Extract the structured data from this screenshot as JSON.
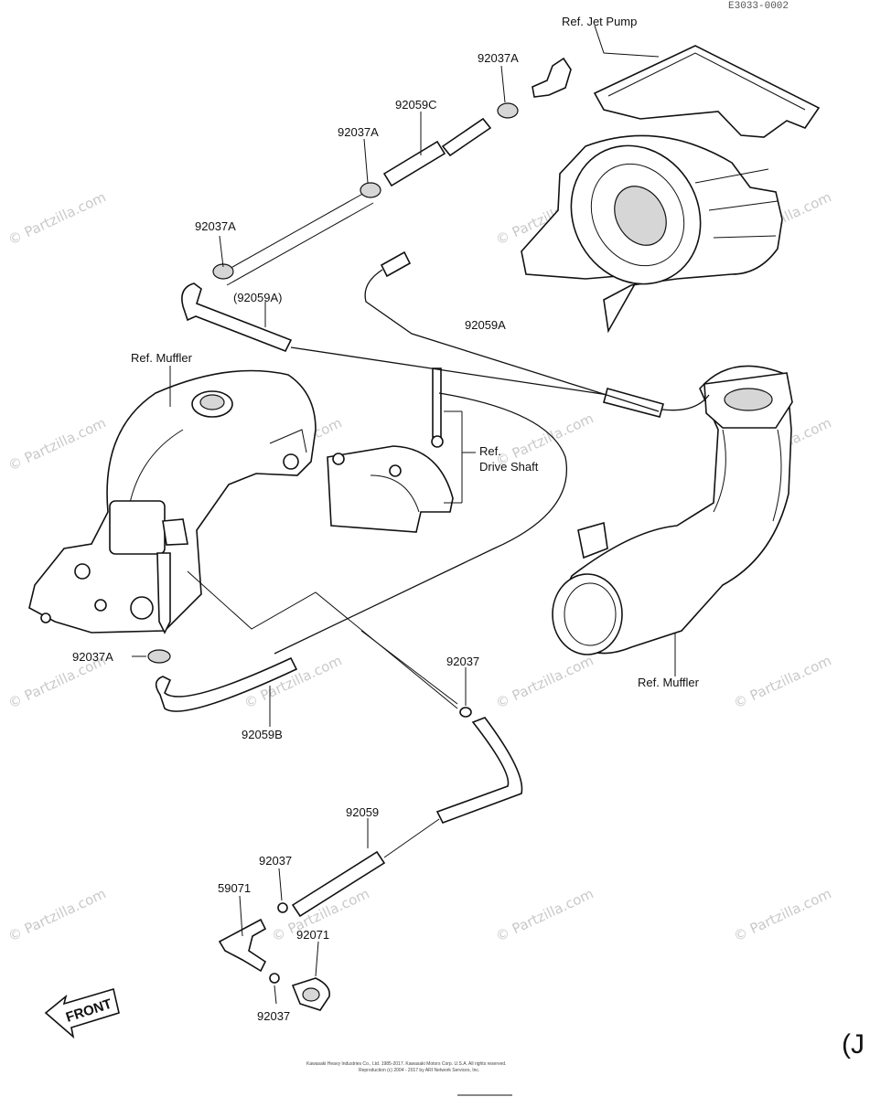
{
  "header": {
    "diagram_code": "E3033-0002"
  },
  "labels": {
    "ref_jet_pump": "Ref. Jet Pump",
    "p_92037A_1": "92037A",
    "p_92059C": "92059C",
    "p_92037A_2": "92037A",
    "p_92037A_3": "92037A",
    "p_92059A_paren": "(92059A)",
    "p_92059A": "92059A",
    "ref_muffler_1": "Ref. Muffler",
    "ref_drive_shaft_1": "Ref.",
    "ref_drive_shaft_2": "Drive Shaft",
    "p_92037A_4": "92037A",
    "p_92037_1": "92037",
    "ref_muffler_2": "Ref. Muffler",
    "p_92059B": "92059B",
    "p_92059": "92059",
    "p_92037_2": "92037",
    "p_59071": "59071",
    "p_92071": "92071",
    "p_92037_3": "92037"
  },
  "front_arrow": {
    "text": "FRONT"
  },
  "watermark": {
    "text": "© Partzilla.com"
  },
  "corner": {
    "text": "(J"
  },
  "copyright": {
    "line1": "Kawasaki Heavy Industries Co., Ltd. 1985-2017. Kawasaki Motors Corp. U.S.A. All rights reserved.",
    "line2": "Reproduction (c) 2004 - 2017 by ARI Network Services, Inc."
  },
  "colors": {
    "line": "#111111",
    "watermark": "#c9c9c9",
    "background": "#ffffff"
  }
}
